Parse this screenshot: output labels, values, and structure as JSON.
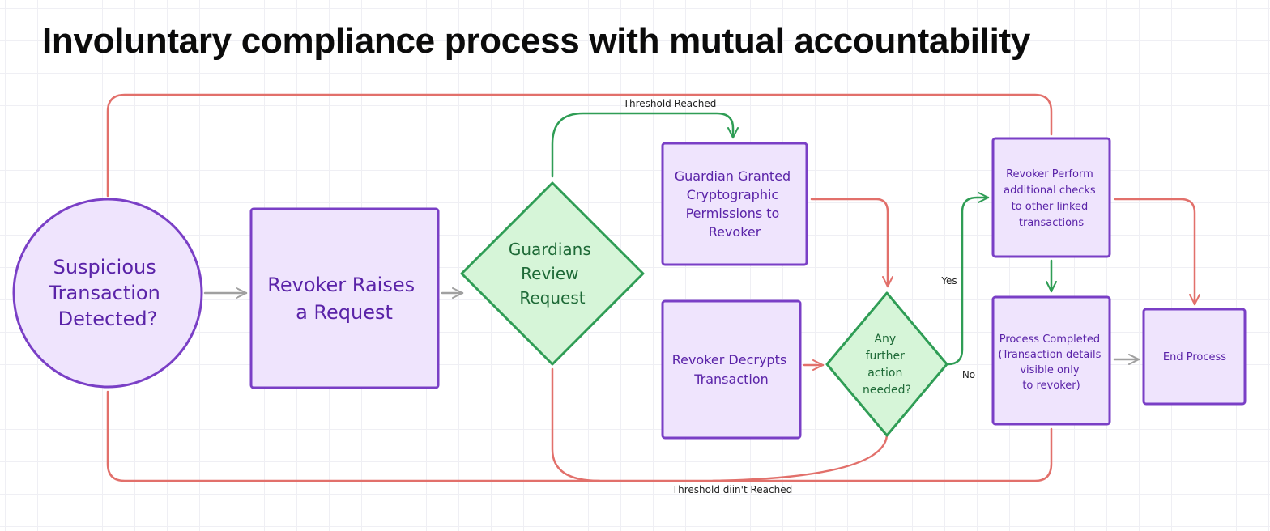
{
  "title": "Involuntary compliance process with mutual accountability",
  "colors": {
    "purple_stroke": "#7a3fc6",
    "purple_fill": "#efe4fd",
    "purple_text": "#5a23a8",
    "green_stroke": "#2f9d55",
    "green_fill": "#d6f5d8",
    "green_text": "#1e6a37",
    "red_line": "#e2706b",
    "gray_arrow": "#a0a0a0"
  },
  "nodes": {
    "suspicious": [
      "Suspicious",
      "Transaction",
      "Detected?"
    ],
    "raise_request": [
      "Revoker Raises",
      "a Request"
    ],
    "guardians_review": [
      "Guardians",
      "Review",
      "Request"
    ],
    "guardian_granted": [
      "Guardian Granted",
      "Cryptographic",
      "Permissions to",
      "Revoker"
    ],
    "decrypts": [
      "Revoker Decrypts",
      "Transaction"
    ],
    "further_action": [
      "Any",
      "further",
      "action",
      "needed?"
    ],
    "additional_checks": [
      "Revoker Perform",
      "additional checks",
      "to other linked",
      "transactions"
    ],
    "process_completed": [
      "Process Completed",
      "(Transaction details",
      "visible only",
      "to revoker)"
    ],
    "end_process": [
      "End Process"
    ]
  },
  "edge_labels": {
    "threshold_reached": "Threshold Reached",
    "threshold_not_reached": "Threshold diin't Reached",
    "yes": "Yes",
    "no": "No"
  }
}
